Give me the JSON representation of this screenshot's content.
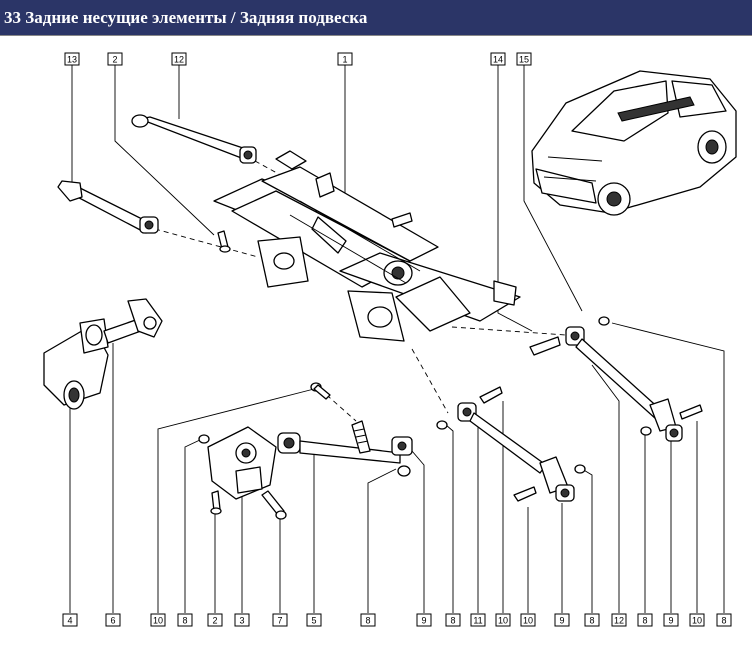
{
  "title": "33 Задние несущие элементы / Задняя подвеска",
  "callouts": {
    "top": [
      "13",
      "2",
      "12",
      "1",
      "14",
      "15"
    ],
    "bottom": [
      "4",
      "6",
      "10",
      "8",
      "2",
      "3",
      "7",
      "5",
      "8",
      "9",
      "8",
      "11",
      "10",
      "10",
      "9",
      "8",
      "12",
      "8",
      "9",
      "10",
      "8"
    ]
  }
}
